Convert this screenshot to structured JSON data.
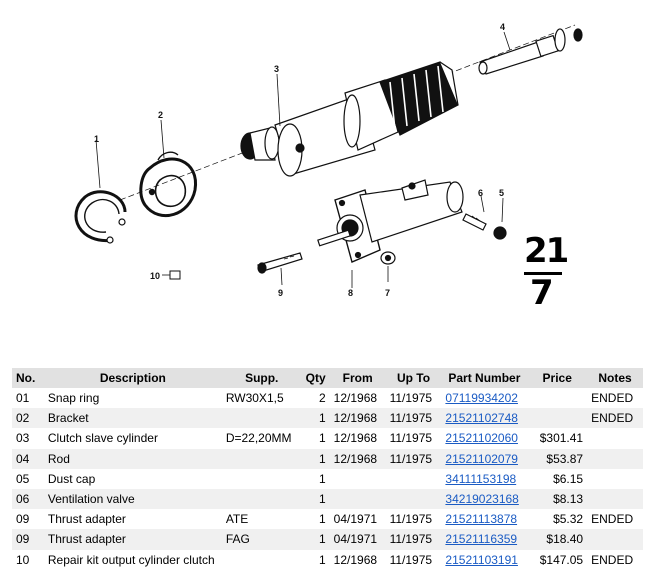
{
  "diagram": {
    "callouts": [
      "1",
      "2",
      "3",
      "4",
      "5",
      "6",
      "7",
      "8",
      "9",
      "10"
    ],
    "group_top": "21",
    "group_bottom": "7"
  },
  "table": {
    "headers": {
      "no": "No.",
      "description": "Description",
      "supp": "Supp.",
      "qty": "Qty",
      "from": "From",
      "upto": "Up To",
      "part_number": "Part Number",
      "price": "Price",
      "notes": "Notes"
    },
    "rows": [
      {
        "no": "01",
        "description": "Snap ring",
        "supp": "RW30X1,5",
        "qty": "2",
        "from": "12/1968",
        "upto": "11/1975",
        "part_number": "07119934202",
        "price": "",
        "notes": "ENDED"
      },
      {
        "no": "02",
        "description": "Bracket",
        "supp": "",
        "qty": "1",
        "from": "12/1968",
        "upto": "11/1975",
        "part_number": "21521102748",
        "price": "",
        "notes": "ENDED"
      },
      {
        "no": "03",
        "description": "Clutch slave cylinder",
        "supp": "D=22,20MM",
        "qty": "1",
        "from": "12/1968",
        "upto": "11/1975",
        "part_number": "21521102060",
        "price": "$301.41",
        "notes": ""
      },
      {
        "no": "04",
        "description": "Rod",
        "supp": "",
        "qty": "1",
        "from": "12/1968",
        "upto": "11/1975",
        "part_number": "21521102079",
        "price": "$53.87",
        "notes": ""
      },
      {
        "no": "05",
        "description": "Dust cap",
        "supp": "",
        "qty": "1",
        "from": "",
        "upto": "",
        "part_number": "34111153198",
        "price": "$6.15",
        "notes": ""
      },
      {
        "no": "06",
        "description": "Ventilation valve",
        "supp": "",
        "qty": "1",
        "from": "",
        "upto": "",
        "part_number": "34219023168",
        "price": "$8.13",
        "notes": ""
      },
      {
        "no": "09",
        "description": "Thrust adapter",
        "supp": "ATE",
        "qty": "1",
        "from": "04/1971",
        "upto": "11/1975",
        "part_number": "21521113878",
        "price": "$5.32",
        "notes": "ENDED"
      },
      {
        "no": "09",
        "description": "Thrust adapter",
        "supp": "FAG",
        "qty": "1",
        "from": "04/1971",
        "upto": "11/1975",
        "part_number": "21521116359",
        "price": "$18.40",
        "notes": ""
      },
      {
        "no": "10",
        "description": "Repair kit output cylinder clutch",
        "supp": "",
        "qty": "1",
        "from": "12/1968",
        "upto": "11/1975",
        "part_number": "21521103191",
        "price": "$147.05",
        "notes": "ENDED"
      }
    ]
  }
}
